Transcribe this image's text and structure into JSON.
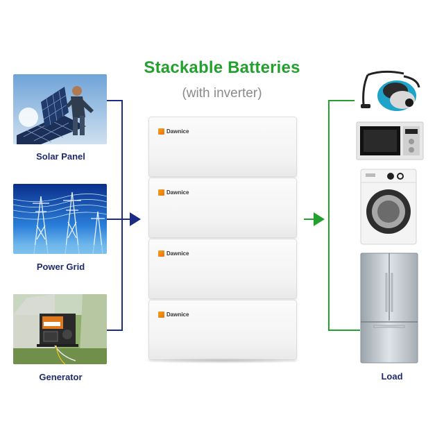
{
  "header": {
    "title": "Stackable Batteries",
    "subtitle": "(with inverter)"
  },
  "sources": [
    {
      "label": "Solar Panel",
      "icon": "solar-panel-photo"
    },
    {
      "label": "Power Grid",
      "icon": "power-grid-photo"
    },
    {
      "label": "Generator",
      "icon": "generator-photo"
    }
  ],
  "battery": {
    "brand": "Dawnice",
    "modules": 4
  },
  "loads": {
    "label": "Load",
    "appliances": [
      "vacuum-cleaner",
      "microwave-oven",
      "washing-machine",
      "refrigerator"
    ]
  },
  "colors": {
    "title": "#22a12e",
    "input_wire": "#1c2b84",
    "output_wire": "#22a12e",
    "label_text": "#1f2a6e",
    "brand_mark": "#f0921a"
  }
}
